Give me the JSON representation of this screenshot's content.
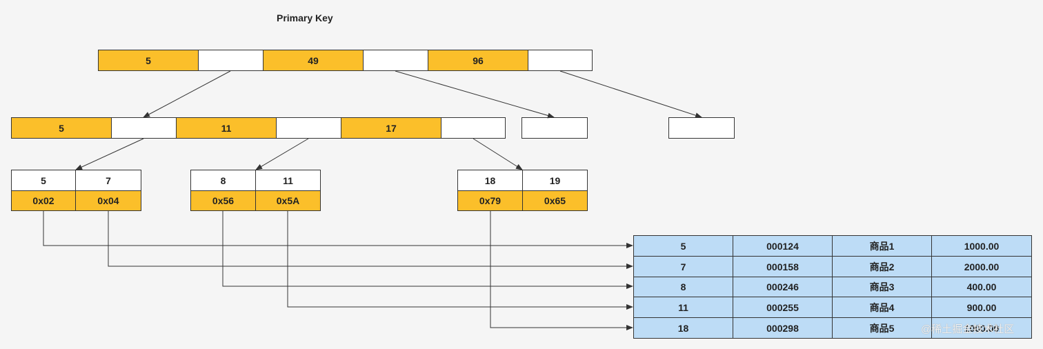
{
  "title": "Primary Key",
  "root_node": {
    "keys": [
      "5",
      "49",
      "96"
    ]
  },
  "level2_node": {
    "keys": [
      "5",
      "11",
      "17"
    ]
  },
  "leaf_nodes": [
    {
      "keys": [
        "5",
        "7"
      ],
      "pointers": [
        "0x02",
        "0x04"
      ]
    },
    {
      "keys": [
        "8",
        "11"
      ],
      "pointers": [
        "0x56",
        "0x5A"
      ]
    },
    {
      "keys": [
        "18",
        "19"
      ],
      "pointers": [
        "0x79",
        "0x65"
      ]
    }
  ],
  "data_table": {
    "rows": [
      [
        "5",
        "000124",
        "商品1",
        "1000.00"
      ],
      [
        "7",
        "000158",
        "商品2",
        "2000.00"
      ],
      [
        "8",
        "000246",
        "商品3",
        "400.00"
      ],
      [
        "11",
        "000255",
        "商品4",
        "900.00"
      ],
      [
        "18",
        "000298",
        "商品5",
        "1000.00"
      ]
    ]
  },
  "watermark": "@稀土掘金技术社区",
  "colors": {
    "key_fill": "#fbbf2a",
    "table_fill": "#bddcf6",
    "line": "#333333"
  }
}
